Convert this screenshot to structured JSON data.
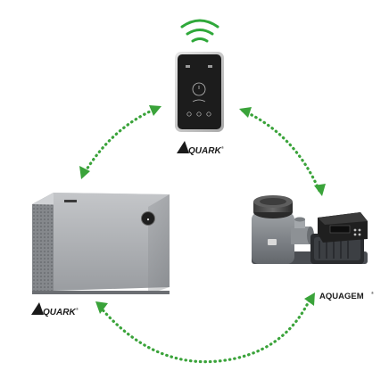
{
  "colors": {
    "arrow": "#3aa33a",
    "wifi": "#2fa83a",
    "controller_body": "#1c1c1c",
    "controller_frame": "#c9c9c9",
    "heatpump_body": "#a7aaae",
    "pump_body": "#7f8388",
    "pump_control": "#1f1f1f"
  },
  "devices": {
    "controller": {
      "brand": "QUARK",
      "brand_initial": "A",
      "reg_mark": "®",
      "icon": "wifi-icon"
    },
    "heatpump": {
      "brand": "QUARK",
      "brand_initial": "A",
      "reg_mark": "®"
    },
    "pump": {
      "brand": "AQUAGEM",
      "reg_mark": "®"
    }
  },
  "connections": [
    {
      "from": "controller",
      "to": "heatpump",
      "style": "dotted-double-arrow"
    },
    {
      "from": "controller",
      "to": "pump",
      "style": "dotted-double-arrow"
    },
    {
      "from": "heatpump",
      "to": "pump",
      "style": "dotted-double-arrow"
    }
  ]
}
